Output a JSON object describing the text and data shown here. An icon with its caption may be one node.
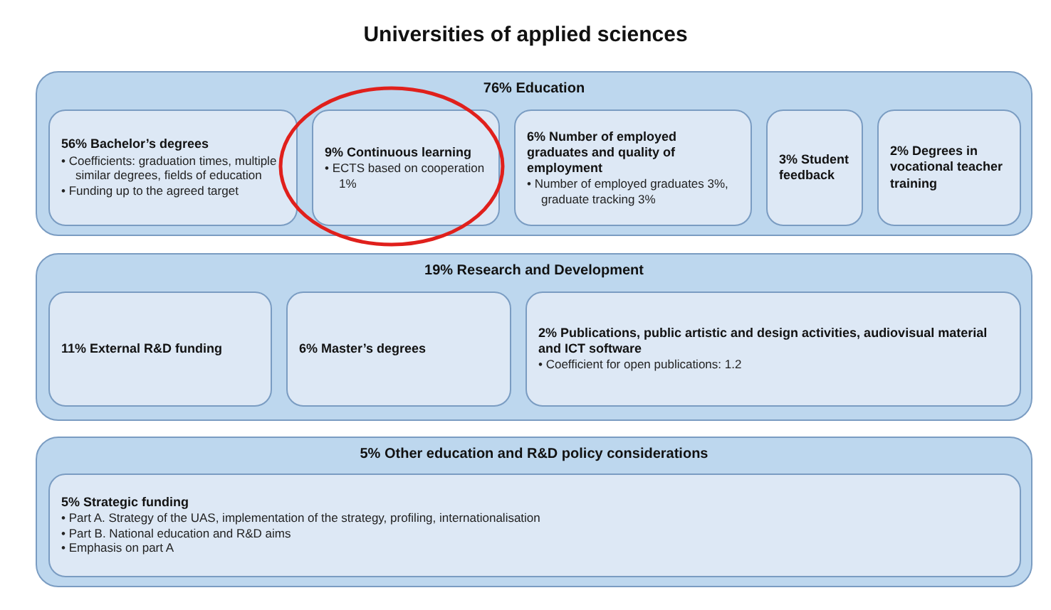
{
  "diagram": {
    "title": "Universities of applied sciences",
    "nodes": [
      {
        "text": [
          "76% Education"
        ]
      },
      {
        "text": [
          "56% Bachelor’s degrees",
          "• Coefficients: graduation times, multiple similar degrees, fields of education",
          "• Funding up to the agreed target"
        ],
        "in": 0
      },
      {
        "text": [
          "9% Continuous learning",
          "• ECTS based on cooperation 1%"
        ],
        "in": 0
      },
      {
        "text": [
          "6% Number of employed graduates and quality of employment",
          "• Number of employed graduates 3%, graduate tracking 3%"
        ],
        "in": 0
      },
      {
        "text": [
          "3% Student feedback"
        ],
        "in": 0
      },
      {
        "text": [
          "2% Degrees in vocational teacher training"
        ],
        "in": 0
      },
      {
        "text": [
          "19% Research and Development"
        ]
      },
      {
        "text": [
          "11% External R&D funding"
        ],
        "in": 6
      },
      {
        "text": [
          "6% Master’s degrees"
        ],
        "in": 6
      },
      {
        "text": [
          "2% Publications, public artistic and design activities, audiovisual material and ICT software",
          "• Coefficient for open publications: 1.2"
        ],
        "in": 6
      },
      {
        "text": [
          "5% Other education and R&D policy considerations"
        ]
      },
      {
        "text": [
          "5% Strategic funding",
          "• Part A. Strategy of the UAS, implementation of the strategy, profiling, internationalisation",
          "• Part B. National education and R&D aims",
          "• Emphasis on part A"
        ],
        "in": 10
      }
    ]
  }
}
